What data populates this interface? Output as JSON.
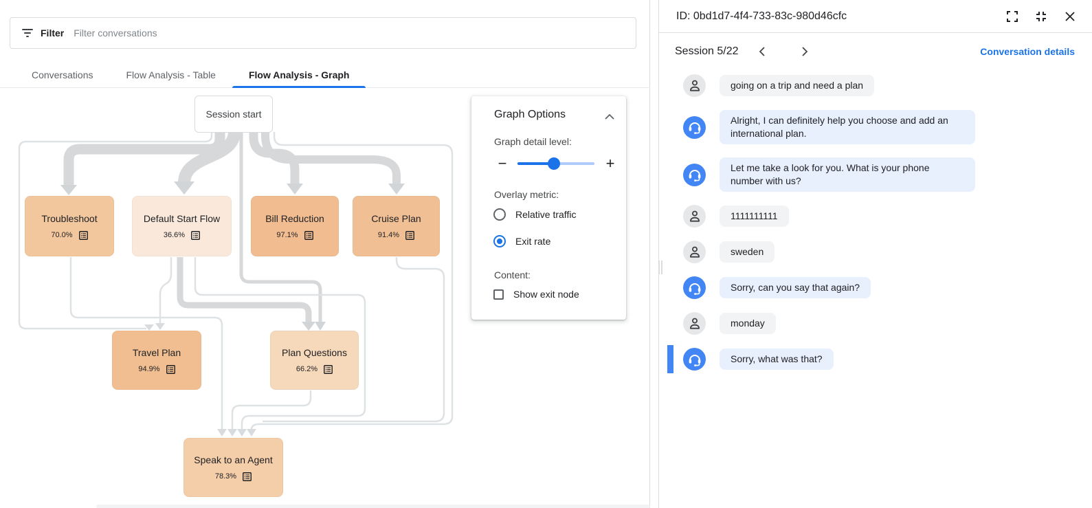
{
  "left_panel": {
    "filter": {
      "label": "Filter",
      "placeholder": "Filter conversations"
    },
    "tabs": [
      {
        "label": "Conversations",
        "active": false
      },
      {
        "label": "Flow Analysis - Table",
        "active": false
      },
      {
        "label": "Flow Analysis - Graph",
        "active": true
      }
    ],
    "graph": {
      "start_node": {
        "label": "Session start"
      },
      "nodes": [
        {
          "id": "troubleshoot",
          "label": "Troubleshoot",
          "exit_rate": "70.0%",
          "color": "#f3c79e"
        },
        {
          "id": "default-start-flow",
          "label": "Default Start Flow",
          "exit_rate": "36.6%",
          "color": "#fae9da"
        },
        {
          "id": "bill-reduction",
          "label": "Bill Reduction",
          "exit_rate": "97.1%",
          "color": "#f0bc90"
        },
        {
          "id": "cruise-plan",
          "label": "Cruise Plan",
          "exit_rate": "91.4%",
          "color": "#f1bf94"
        },
        {
          "id": "travel-plan",
          "label": "Travel Plan",
          "exit_rate": "94.9%",
          "color": "#f1be92"
        },
        {
          "id": "plan-questions",
          "label": "Plan Questions",
          "exit_rate": "66.2%",
          "color": "#f6d8ba"
        },
        {
          "id": "speak-to-an-agent",
          "label": "Speak to an Agent",
          "exit_rate": "78.3%",
          "color": "#f4cda9"
        }
      ],
      "edges": [
        {
          "from": "session-start",
          "to": "troubleshoot"
        },
        {
          "from": "session-start",
          "to": "default-start-flow"
        },
        {
          "from": "session-start",
          "to": "bill-reduction"
        },
        {
          "from": "session-start",
          "to": "cruise-plan"
        },
        {
          "from": "session-start",
          "to": "travel-plan"
        },
        {
          "from": "session-start",
          "to": "plan-questions"
        },
        {
          "from": "session-start",
          "to": "speak-to-an-agent"
        },
        {
          "from": "troubleshoot",
          "to": "speak-to-an-agent"
        },
        {
          "from": "default-start-flow",
          "to": "travel-plan"
        },
        {
          "from": "default-start-flow",
          "to": "plan-questions"
        },
        {
          "from": "default-start-flow",
          "to": "speak-to-an-agent"
        },
        {
          "from": "cruise-plan",
          "to": "speak-to-an-agent"
        },
        {
          "from": "plan-questions",
          "to": "speak-to-an-agent"
        }
      ]
    },
    "graph_options": {
      "title": "Graph Options",
      "detail_label": "Graph detail level:",
      "slider_fill": "47%",
      "overlay_label": "Overlay metric:",
      "radios": [
        {
          "label": "Relative traffic",
          "selected": false
        },
        {
          "label": "Exit rate",
          "selected": true
        }
      ],
      "content_label": "Content:",
      "checkbox": {
        "label": "Show exit node",
        "checked": false
      }
    }
  },
  "right_panel": {
    "header": {
      "title": "ID: 0bd1d7-4f4-733-83c-980d46cfc"
    },
    "session": {
      "label": "Session 5/22",
      "details_link": "Conversation details"
    },
    "messages": [
      {
        "sender": "user",
        "text": "going on a trip and need a plan",
        "highlighted": false
      },
      {
        "sender": "agent",
        "text": "Alright, I can definitely help you choose and add an international plan.",
        "highlighted": false
      },
      {
        "sender": "agent",
        "text": "Let me take a look for you. What is your phone number with us?",
        "highlighted": false
      },
      {
        "sender": "user",
        "text": "1111111111",
        "highlighted": false
      },
      {
        "sender": "user",
        "text": "sweden",
        "highlighted": false
      },
      {
        "sender": "agent",
        "text": "Sorry, can you say that again?",
        "highlighted": false
      },
      {
        "sender": "user",
        "text": "monday",
        "highlighted": false
      },
      {
        "sender": "agent",
        "text": "Sorry, what was that?",
        "highlighted": true
      }
    ]
  },
  "icons": {
    "minus": "−",
    "plus": "+"
  },
  "colors": {
    "accent": "#1a73e8",
    "agent_avatar": "#4285f4",
    "agent_bubble": "#e8f0fe",
    "user_bubble": "#f1f3f4",
    "edge": "#d6d8da",
    "highlight_bar": "#4285f4"
  }
}
